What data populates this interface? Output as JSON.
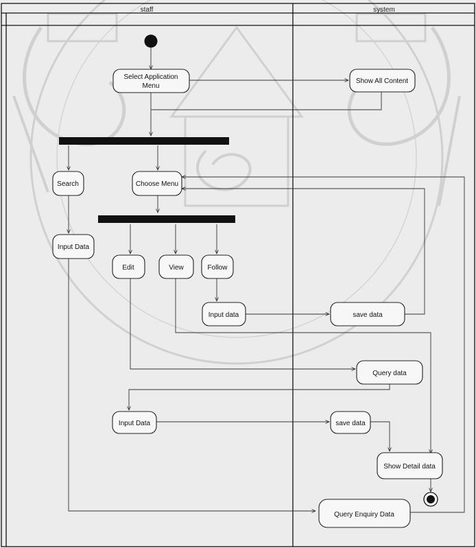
{
  "diagram": {
    "swimlanes": [
      {
        "id": "staff",
        "label": "staff"
      },
      {
        "id": "system",
        "label": "system"
      }
    ],
    "nodes": {
      "select_app_menu": {
        "label": "Select Application Menu",
        "lines": [
          "Select Application",
          "Menu"
        ]
      },
      "show_all_content": {
        "label": "Show All Content"
      },
      "search": {
        "label": "Search"
      },
      "choose_menu": {
        "label": "Choose Menu"
      },
      "input_data_1": {
        "label": "Input Data"
      },
      "edit": {
        "label": "Edit"
      },
      "view": {
        "label": "View"
      },
      "follow": {
        "label": "Follow"
      },
      "input_data_2": {
        "label": "Input data"
      },
      "save_data_1": {
        "label": "save data"
      },
      "query_data": {
        "label": "Query data"
      },
      "input_data_3": {
        "label": "Input Data"
      },
      "save_data_2": {
        "label": "save data"
      },
      "show_detail": {
        "label": "Show Detail data"
      },
      "query_enquiry": {
        "label": "Query Enquiry Data"
      }
    },
    "start": {
      "label": "initial node"
    },
    "end": {
      "label": "final node"
    },
    "fork_bars": [
      "fork-1",
      "fork-2"
    ]
  }
}
